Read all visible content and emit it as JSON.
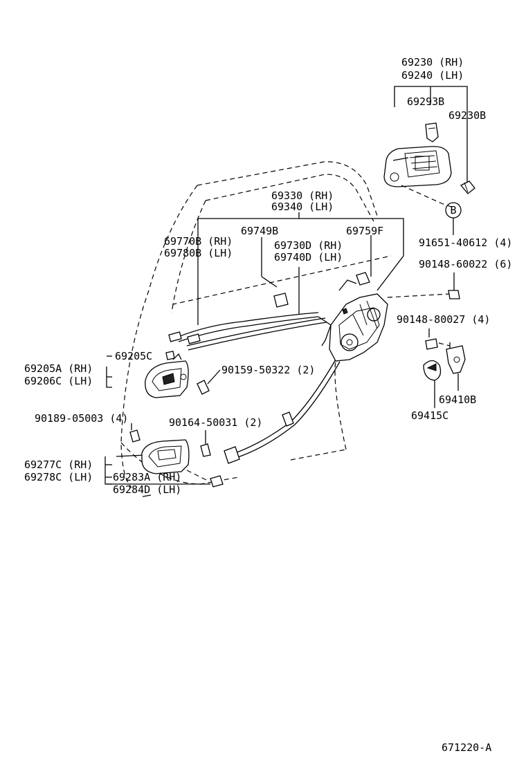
{
  "labels": {
    "p69230": "69230 (RH)",
    "p69240": "69240 (LH)",
    "p69293B": "69293B",
    "p69230B": "69230B",
    "callout_b": "B",
    "p91651": "91651-40612 (4)",
    "p69330": "69330 (RH)",
    "p69340": "69340 (LH)",
    "p69749B": "69749B",
    "p69759F": "69759F",
    "p69770B": "69770B (RH)",
    "p69780B": "69780B (LH)",
    "p69730D": "69730D (RH)",
    "p69740D": "69740D (LH)",
    "p90148_60022": "90148-60022 (6)",
    "p90148_80027": "90148-80027 (4)",
    "p69205C": "69205C",
    "p69205A": "69205A (RH)",
    "p69206C": "69206C (LH)",
    "p90159": "90159-50322 (2)",
    "p69410B": "69410B",
    "p69415C": "69415C",
    "p90189": "90189-05003 (4)",
    "p90164": "90164-50031 (2)",
    "p69277C": "69277C (RH)",
    "p69278C": "69278C (LH)",
    "p69283A": "69283A (RH)",
    "p69284D": "69284D (LH)",
    "figure_code": "671220-A"
  }
}
